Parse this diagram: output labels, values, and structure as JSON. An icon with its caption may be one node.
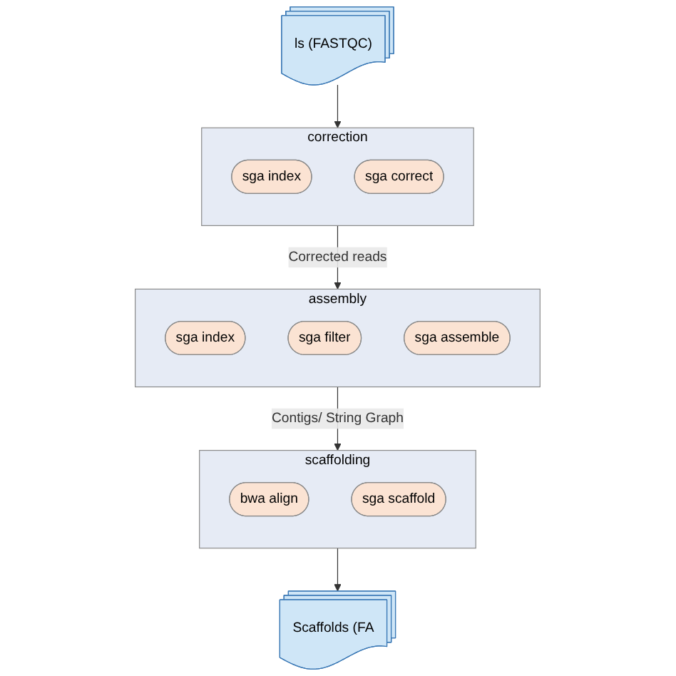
{
  "diagram": {
    "nodes": [
      {
        "text": [
          "ls (FASTQC)"
        ]
      },
      {
        "text": [
          "correction"
        ]
      },
      {
        "text": [
          "sga index"
        ],
        "in": 1
      },
      {
        "text": [
          "sga correct"
        ],
        "in": 1
      },
      {
        "text": [
          "assembly"
        ]
      },
      {
        "text": [
          "sga index"
        ],
        "in": 4
      },
      {
        "text": [
          "sga filter"
        ],
        "in": 4
      },
      {
        "text": [
          "sga assemble"
        ],
        "in": 4
      },
      {
        "text": [
          "scaffolding"
        ]
      },
      {
        "text": [
          "bwa align"
        ],
        "in": 8
      },
      {
        "text": [
          "sga scaffold"
        ],
        "in": 8
      },
      {
        "text": [
          "Scaffolds (FA"
        ]
      }
    ],
    "edges": [
      {
        "from": 0,
        "to": 1,
        "arrow": "to"
      },
      {
        "from": 1,
        "to": 4,
        "arrow": "to",
        "label": "Corrected reads"
      },
      {
        "from": 4,
        "to": 8,
        "arrow": "to",
        "label": "Contigs/ String Graph"
      },
      {
        "from": 8,
        "to": 11,
        "arrow": "to"
      }
    ]
  }
}
